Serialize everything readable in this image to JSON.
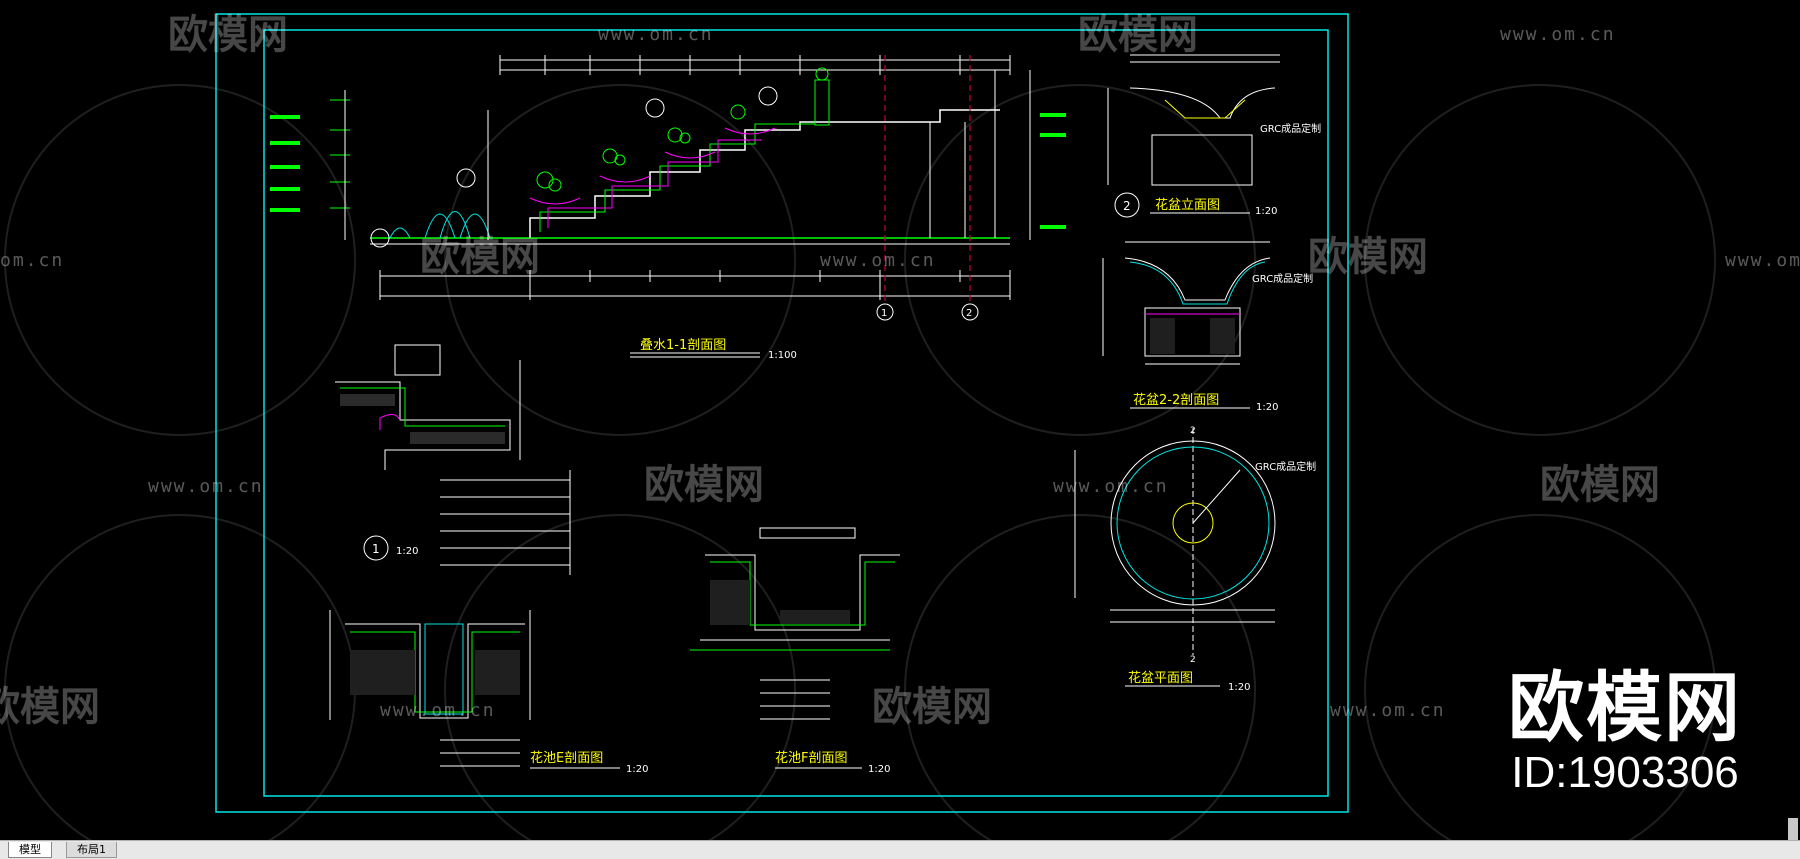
{
  "drawing": {
    "sections": {
      "s11_title": "叠水1-1剖面图",
      "s11_scale": "1:100",
      "s1_scale": "1:20",
      "s1_number": "1",
      "s2_number": "2",
      "pot_elev_title": "花盆立面图",
      "pot_elev_scale": "1:20",
      "pot_22_title": "花盆2-2剖面图",
      "pot_22_scale": "1:20",
      "pot_plan_title": "花盆平面图",
      "pot_plan_scale": "1:20",
      "poolE_title": "花池E剖面图",
      "poolE_scale": "1:20",
      "poolF_title": "花池F剖面图",
      "poolF_scale": "1:20"
    },
    "labels": {
      "grc1": "GRC成品定制",
      "grc2": "GRC成品定制",
      "grc3": "GRC成品定制",
      "axis1": "1",
      "axis2": "2",
      "axis2b": "2",
      "axis_sec": "2"
    }
  },
  "watermark": {
    "logo_text": "欧模网",
    "url": "www.om.cn",
    "url_fragment": "om.cn",
    "logo_fragment": "欧模网"
  },
  "brand": {
    "logo": "欧模网",
    "id": "ID:1903306"
  },
  "tabs": [
    {
      "label": "模型",
      "active": true
    },
    {
      "label": "布局1",
      "active": false
    }
  ],
  "colors": {
    "background": "#000000",
    "frame": "#00e5e5",
    "line_green": "#00ff00",
    "line_white": "#ffffff",
    "line_magenta": "#ff00ff",
    "line_yellow": "#ffff00",
    "axis_red": "#c0004a"
  }
}
